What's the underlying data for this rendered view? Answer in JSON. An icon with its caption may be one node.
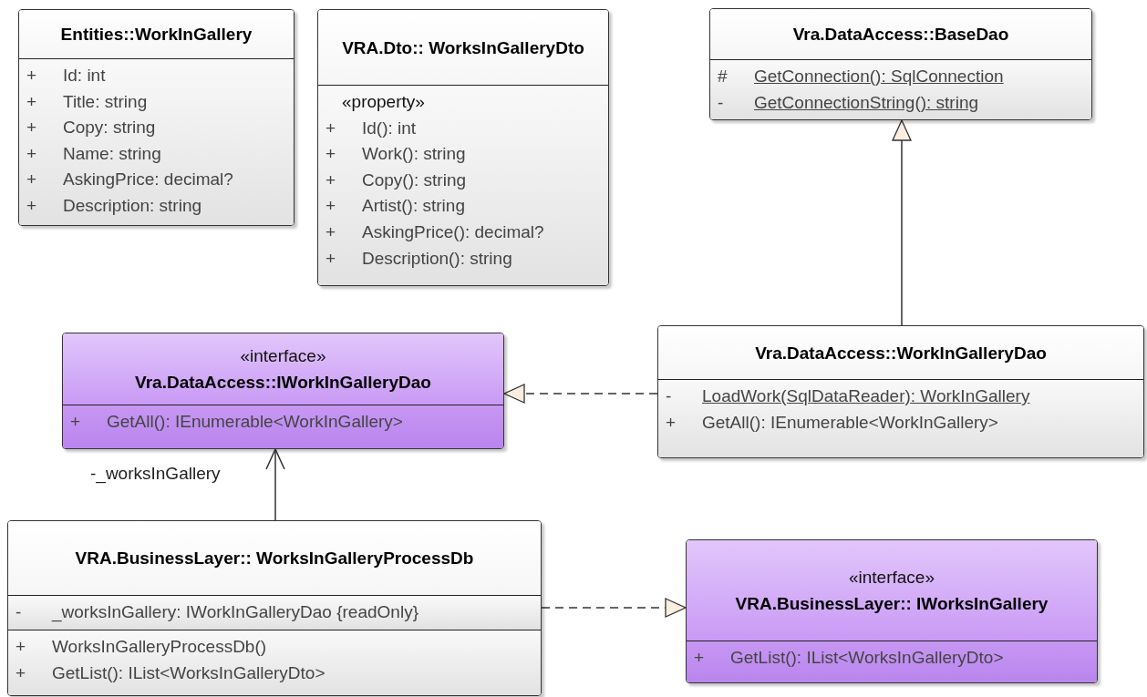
{
  "diagram": {
    "nodes": [
      {
        "text": [
          "Entities::WorkInGallery",
          "+ Id: int",
          "+ Title: string",
          "+ Copy: string",
          "+ Name: string",
          "+ AskingPrice: decimal?",
          "+ Description: string"
        ]
      },
      {
        "text": [
          "VRA.Dto:: WorksInGalleryDto",
          "«property»",
          "+ Id(): int",
          "+ Work(): string",
          "+ Copy(): string",
          "+ Artist(): string",
          "+ AskingPrice(): decimal?",
          "+ Description(): string"
        ]
      },
      {
        "text": [
          "Vra.DataAccess::BaseDao",
          "# GetConnection(): SqlConnection",
          "- GetConnectionString(): string"
        ]
      },
      {
        "text": [
          "«interface»",
          "Vra.DataAccess::IWorkInGalleryDao",
          "+ GetAll(): IEnumerable<WorkInGallery>"
        ]
      },
      {
        "text": [
          "Vra.DataAccess::WorkInGalleryDao",
          "- LoadWork(SqlDataReader): WorkInGallery",
          "+ GetAll(): IEnumerable<WorkInGallery>"
        ]
      },
      {
        "text": [
          "VRA.BusinessLayer:: WorksInGalleryProcessDb",
          "- _worksInGallery: IWorkInGalleryDao {readOnly}",
          "+ WorksInGalleryProcessDb()",
          "+ GetList(): IList<WorksInGalleryDto>"
        ]
      },
      {
        "text": [
          "«interface»",
          "VRA.BusinessLayer:: IWorksInGallery",
          "+ GetList(): IList<WorksInGalleryDto>"
        ]
      }
    ],
    "edges": [
      {
        "from": 4,
        "to": 2,
        "arrow": "to"
      },
      {
        "from": 4,
        "to": 3,
        "arrow": "to",
        "style": "dashed"
      },
      {
        "from": 5,
        "to": 3,
        "arrow": "to",
        "label": "-_worksInGallery"
      },
      {
        "from": 5,
        "to": 6,
        "arrow": "to",
        "style": "dashed"
      }
    ]
  }
}
